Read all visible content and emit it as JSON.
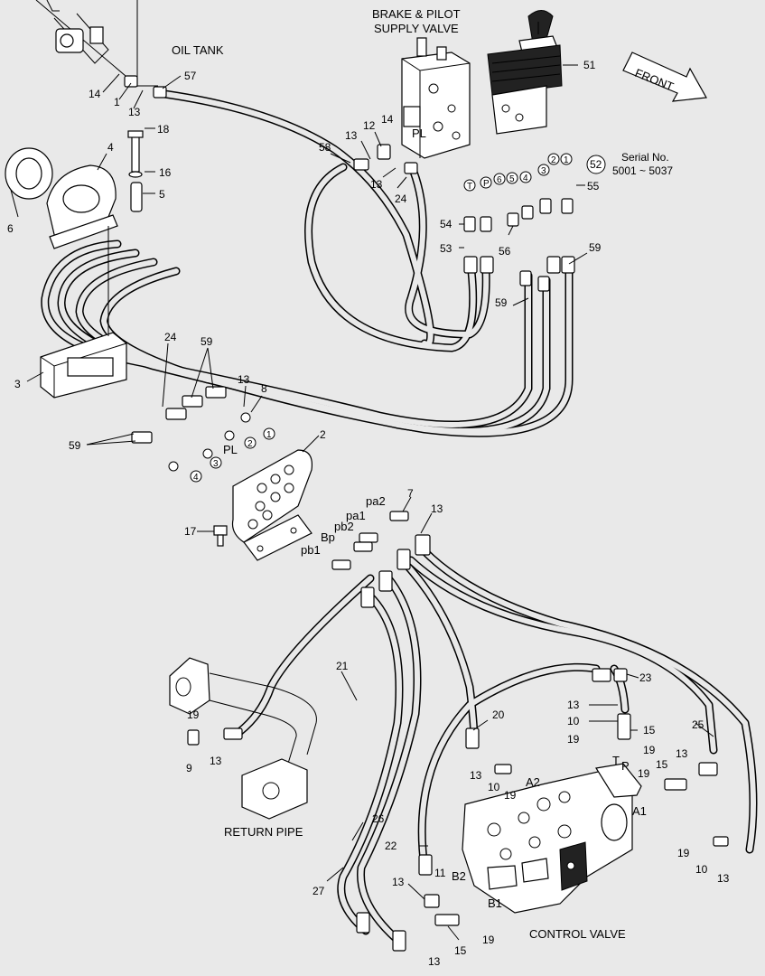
{
  "titles": {
    "oil_tank": "OIL TANK",
    "brake_pilot_1": "BRAKE & PILOT",
    "brake_pilot_2": "SUPPLY VALVE",
    "front": "FRONT",
    "serial_1": "Serial No.",
    "serial_2": "5001 ~ 5037",
    "return_pipe": "RETURN PIPE",
    "control_valve": "CONTROL VALVE"
  },
  "ports": {
    "PL_top": "PL",
    "PL_mid": "PL",
    "pa2": "pa2",
    "pa1": "pa1",
    "pb2": "pb2",
    "Bp": "Bp",
    "pb1": "pb1",
    "A2": "A2",
    "A1": "A1",
    "B2": "B2",
    "B1": "B1",
    "T": "T",
    "P": "P"
  },
  "circled": [
    "T",
    "P",
    "6",
    "5",
    "4",
    "3",
    "2",
    "1",
    "52",
    "1",
    "2",
    "3",
    "4"
  ],
  "callouts": [
    "14",
    "1",
    "13",
    "57",
    "18",
    "4",
    "16",
    "5",
    "6",
    "58",
    "13",
    "12",
    "14",
    "13",
    "24",
    "51",
    "55",
    "54",
    "53",
    "56",
    "59",
    "59",
    "3",
    "24",
    "59",
    "13",
    "8",
    "59",
    "2",
    "7",
    "13",
    "17",
    "21",
    "19",
    "9",
    "13",
    "20",
    "13",
    "10",
    "19",
    "23",
    "13",
    "10",
    "15",
    "19",
    "19",
    "25",
    "13",
    "15",
    "19",
    "22",
    "11",
    "13",
    "26",
    "27",
    "19",
    "10",
    "13",
    "13",
    "15",
    "19"
  ]
}
